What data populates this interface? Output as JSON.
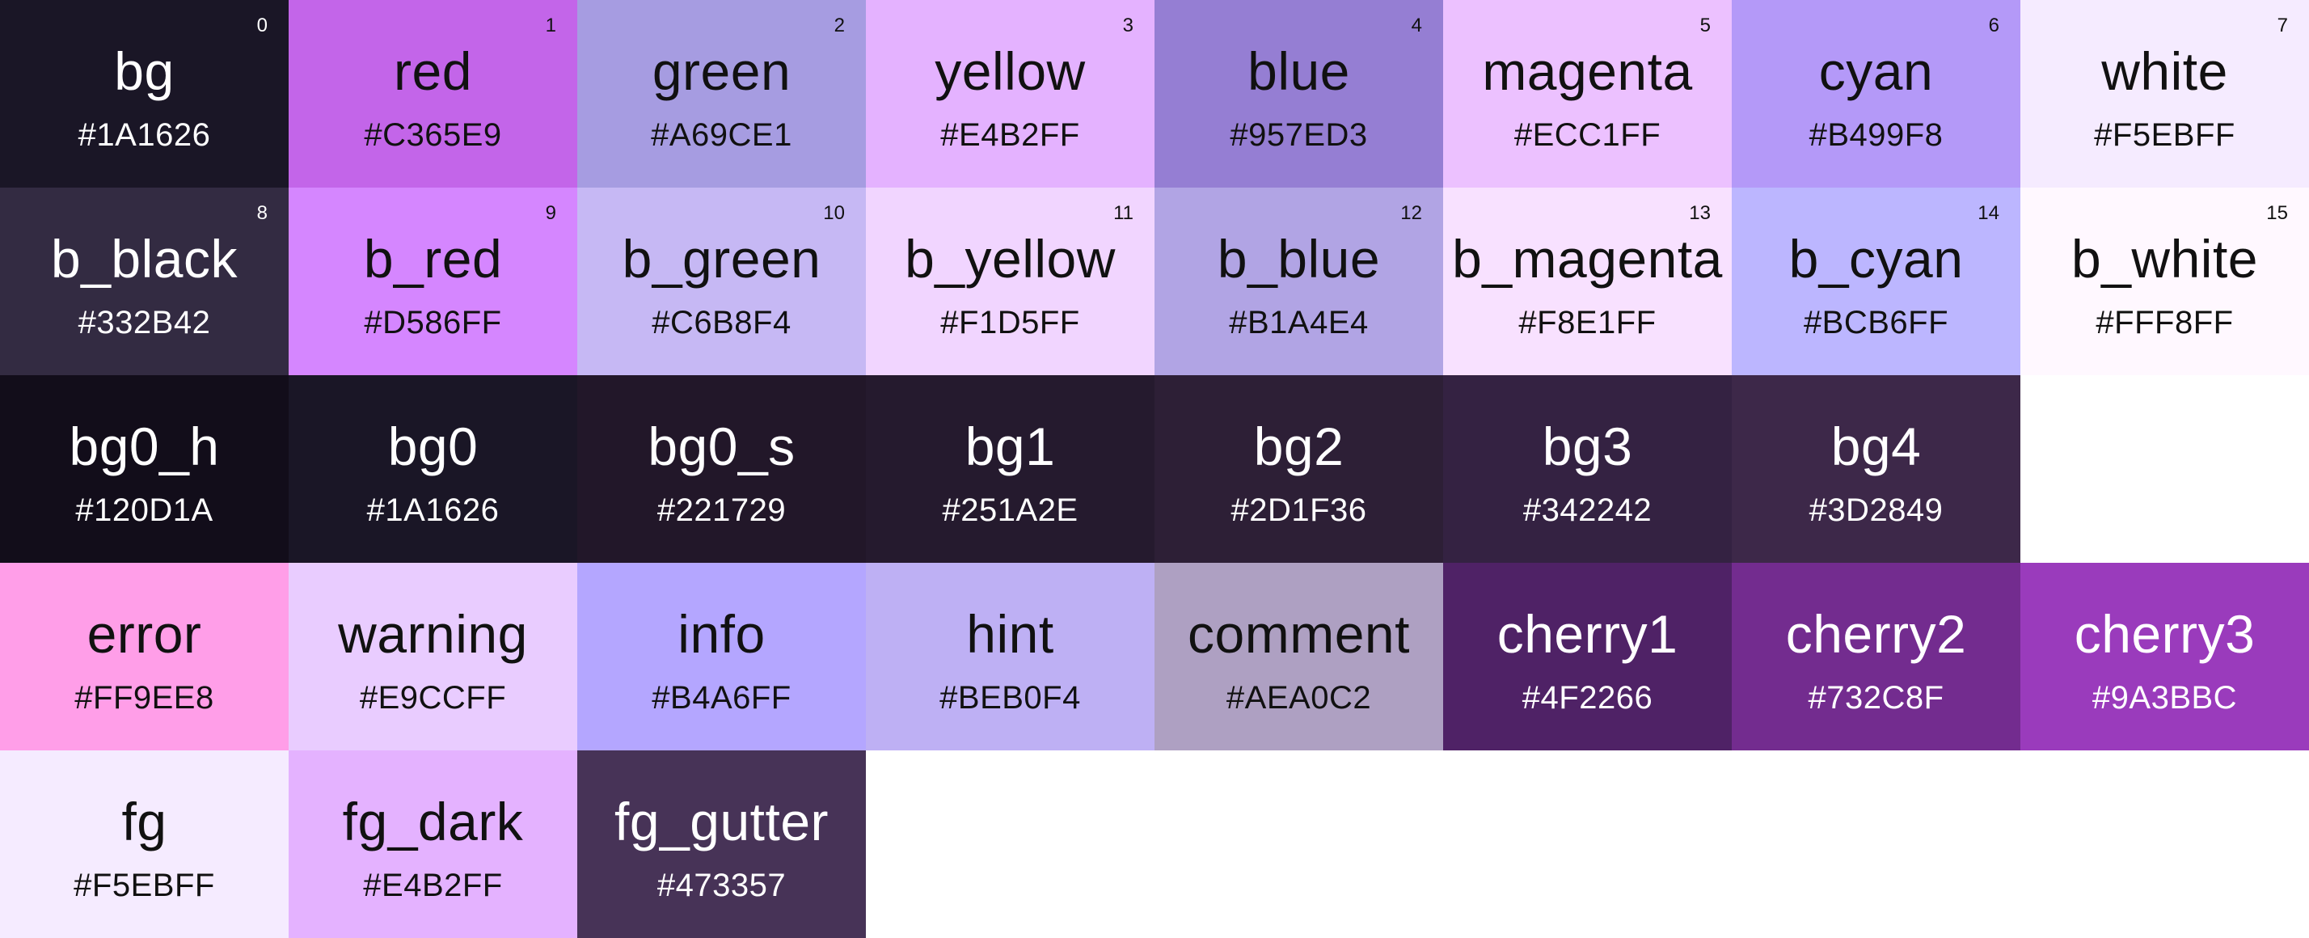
{
  "rows": [
    [
      {
        "index": "0",
        "name": "bg",
        "hex": "#1A1626",
        "color": "#1A1626",
        "text": "dark"
      },
      {
        "index": "1",
        "name": "red",
        "hex": "#C365E9",
        "color": "#C365E9",
        "text": "light"
      },
      {
        "index": "2",
        "name": "green",
        "hex": "#A69CE1",
        "color": "#A69CE1",
        "text": "light"
      },
      {
        "index": "3",
        "name": "yellow",
        "hex": "#E4B2FF",
        "color": "#E4B2FF",
        "text": "light"
      },
      {
        "index": "4",
        "name": "blue",
        "hex": "#957ED3",
        "color": "#957ED3",
        "text": "light"
      },
      {
        "index": "5",
        "name": "magenta",
        "hex": "#ECC1FF",
        "color": "#ECC1FF",
        "text": "light"
      },
      {
        "index": "6",
        "name": "cyan",
        "hex": "#B499F8",
        "color": "#B499F8",
        "text": "light"
      },
      {
        "index": "7",
        "name": "white",
        "hex": "#F5EBFF",
        "color": "#F5EBFF",
        "text": "light"
      }
    ],
    [
      {
        "index": "8",
        "name": "b_black",
        "hex": "#332B42",
        "color": "#332B42",
        "text": "dark"
      },
      {
        "index": "9",
        "name": "b_red",
        "hex": "#D586FF",
        "color": "#D586FF",
        "text": "light"
      },
      {
        "index": "10",
        "name": "b_green",
        "hex": "#C6B8F4",
        "color": "#C6B8F4",
        "text": "light"
      },
      {
        "index": "11",
        "name": "b_yellow",
        "hex": "#F1D5FF",
        "color": "#F1D5FF",
        "text": "light"
      },
      {
        "index": "12",
        "name": "b_blue",
        "hex": "#B1A4E4",
        "color": "#B1A4E4",
        "text": "light"
      },
      {
        "index": "13",
        "name": "b_magenta",
        "hex": "#F8E1FF",
        "color": "#F8E1FF",
        "text": "light"
      },
      {
        "index": "14",
        "name": "b_cyan",
        "hex": "#BCB6FF",
        "color": "#BCB6FF",
        "text": "light"
      },
      {
        "index": "15",
        "name": "b_white",
        "hex": "#FFF8FF",
        "color": "#FFF8FF",
        "text": "light"
      }
    ],
    [
      {
        "index": "",
        "name": "bg0_h",
        "hex": "#120D1A",
        "color": "#120D1A",
        "text": "dark"
      },
      {
        "index": "",
        "name": "bg0",
        "hex": "#1A1626",
        "color": "#1A1626",
        "text": "dark"
      },
      {
        "index": "",
        "name": "bg0_s",
        "hex": "#221729",
        "color": "#221729",
        "text": "dark"
      },
      {
        "index": "",
        "name": "bg1",
        "hex": "#251A2E",
        "color": "#251A2E",
        "text": "dark"
      },
      {
        "index": "",
        "name": "bg2",
        "hex": "#2D1F36",
        "color": "#2D1F36",
        "text": "dark"
      },
      {
        "index": "",
        "name": "bg3",
        "hex": "#342242",
        "color": "#342242",
        "text": "dark"
      },
      {
        "index": "",
        "name": "bg4",
        "hex": "#3D2849",
        "color": "#3D2849",
        "text": "dark"
      },
      null
    ],
    [
      {
        "index": "",
        "name": "error",
        "hex": "#FF9EE8",
        "color": "#FF9EE8",
        "text": "light"
      },
      {
        "index": "",
        "name": "warning",
        "hex": "#E9CCFF",
        "color": "#E9CCFF",
        "text": "light"
      },
      {
        "index": "",
        "name": "info",
        "hex": "#B4A6FF",
        "color": "#B4A6FF",
        "text": "light"
      },
      {
        "index": "",
        "name": "hint",
        "hex": "#BEB0F4",
        "color": "#BEB0F4",
        "text": "light"
      },
      {
        "index": "",
        "name": "comment",
        "hex": "#AEA0C2",
        "color": "#AEA0C2",
        "text": "light"
      },
      {
        "index": "",
        "name": "cherry1",
        "hex": "#4F2266",
        "color": "#4F2266",
        "text": "dark"
      },
      {
        "index": "",
        "name": "cherry2",
        "hex": "#732C8F",
        "color": "#732C8F",
        "text": "dark"
      },
      {
        "index": "",
        "name": "cherry3",
        "hex": "#9A3BBC",
        "color": "#9A3BBC",
        "text": "dark"
      }
    ],
    [
      {
        "index": "",
        "name": "fg",
        "hex": "#F5EBFF",
        "color": "#F5EBFF",
        "text": "light"
      },
      {
        "index": "",
        "name": "fg_dark",
        "hex": "#E4B2FF",
        "color": "#E4B2FF",
        "text": "light"
      },
      {
        "index": "",
        "name": "fg_gutter",
        "hex": "#473357",
        "color": "#473357",
        "text": "dark"
      },
      null,
      null,
      null,
      null,
      null
    ]
  ]
}
